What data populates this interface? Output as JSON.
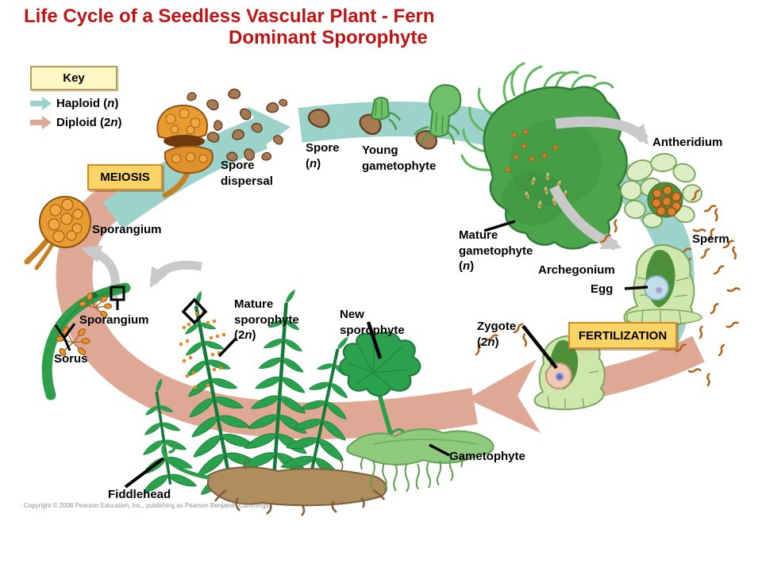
{
  "title": {
    "line1": "Life Cycle of a Seedless Vascular Plant - Fern",
    "line2": "Dominant Sporophyte"
  },
  "key": {
    "heading": "Key",
    "haploid": {
      "pre": "Haploid (",
      "var": "n",
      "post": ")"
    },
    "diploid": {
      "pre": "Diploid (2",
      "var": "n",
      "post": ")"
    }
  },
  "labels": {
    "meiosis": "MEIOSIS",
    "fertilization": "FERTILIZATION",
    "sporangium_top": "Sporangium",
    "spore_dispersal": [
      "Spore",
      "dispersal"
    ],
    "spore": {
      "l1": "Spore",
      "pre": "(",
      "var": "n",
      "post": ")"
    },
    "young_gametophyte": [
      "Young",
      "gametophyte"
    ],
    "antheridium": "Antheridium",
    "mature_gametophyte": {
      "l1": "Mature",
      "l2": "gametophyte",
      "pre": "(",
      "var": "n",
      "post": ")"
    },
    "sperm": "Sperm",
    "archegonium": "Archegonium",
    "egg": "Egg",
    "zygote": {
      "l1": "Zygote",
      "pre": "(2",
      "var": "n",
      "post": ")"
    },
    "new_sporophyte": [
      "New",
      "sporophyte"
    ],
    "mature_sporophyte": {
      "l1": "Mature",
      "l2": "sporophyte",
      "pre": "(2",
      "var": "n",
      "post": ")"
    },
    "gametophyte": "Gametophyte",
    "sporangium_bottom": "Sporangium",
    "sorus": "Sorus",
    "fiddlehead": "Fiddlehead"
  },
  "copyright": "Copyright © 2008 Pearson Education, Inc., publishing as Pearson Benjamin Cummings.",
  "colors": {
    "haploid_band": "#9bd3cb",
    "diploid_band": "#dfa895",
    "title_red": "#c01414",
    "key_box_fill": "#fdf8c4",
    "process_box_fill": "#fbd467",
    "process_box_border": "#cf8a2a",
    "gray_arrow": "#c9c9c9",
    "fern_green": "#2aa14c",
    "gametophyte_green": "#90ca7e",
    "sporangium_orange": "#e89b30",
    "spore_brown": "#a87a52"
  }
}
